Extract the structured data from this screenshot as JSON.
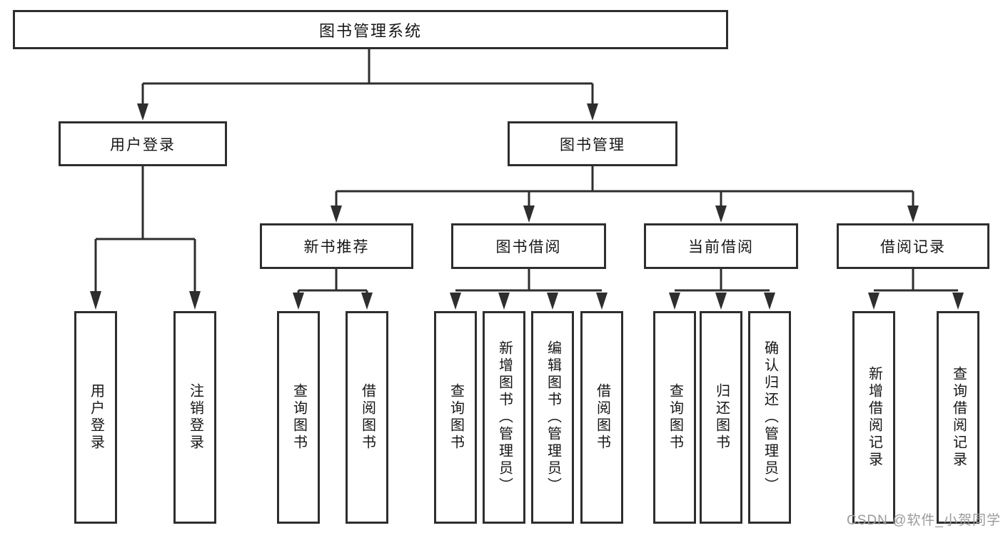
{
  "watermark": "CSDN @软件_小贺同学",
  "colors": {
    "line": "#2e2e2e",
    "box_border": "#2e2e2e",
    "box_fill": "#ffffff",
    "text": "#161616",
    "watermark": "#9a9a9a"
  },
  "tree": {
    "root": "图书管理系统",
    "children": [
      {
        "label": "用户登录",
        "children": [
          "用户登录",
          "注销登录"
        ]
      },
      {
        "label": "图书管理",
        "children": [
          {
            "label": "新书推荐",
            "children": [
              "查询图书",
              "借阅图书"
            ]
          },
          {
            "label": "图书借阅",
            "children": [
              "查询图书",
              "新增图书（管理员）",
              "编辑图书（管理员）",
              "借阅图书"
            ]
          },
          {
            "label": "当前借阅",
            "children": [
              "查询图书",
              "归还图书",
              "确认归还（管理员）"
            ]
          },
          {
            "label": "借阅记录",
            "children": [
              "新增借阅记录",
              "查询借阅记录"
            ]
          }
        ]
      }
    ]
  }
}
